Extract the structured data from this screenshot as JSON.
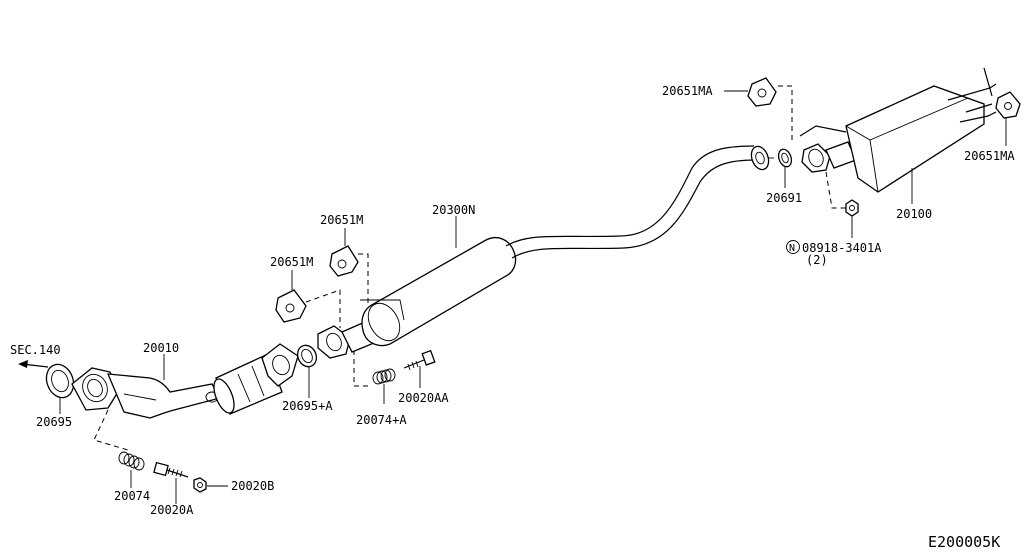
{
  "labels": {
    "sec140": "SEC.140",
    "p20010": "20010",
    "p20695": "20695",
    "p20074": "20074",
    "p20020A": "20020A",
    "p20020B": "20020B",
    "p20695A": "20695+A",
    "p20651M_upper": "20651M",
    "p20651M_lower": "20651M",
    "p20300N": "20300N",
    "p20074A": "20074+A",
    "p20020AA": "20020AA",
    "p20651MA_left": "20651MA",
    "p20651MA_right": "20651MA",
    "p20691": "20691",
    "p20100": "20100",
    "nut_symbol": "N",
    "nut_part": "08918-3401A",
    "nut_qty": "(2)",
    "diagram_id": "E200005K"
  }
}
